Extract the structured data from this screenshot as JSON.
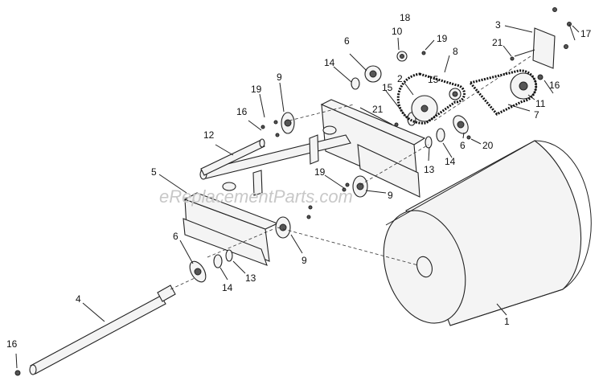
{
  "watermark": "eReplacementParts.com",
  "callouts": [
    {
      "id": "c1",
      "text": "1"
    },
    {
      "id": "c2",
      "text": "2"
    },
    {
      "id": "c3",
      "text": "3"
    },
    {
      "id": "c4",
      "text": "4"
    },
    {
      "id": "c5",
      "text": "5"
    },
    {
      "id": "c6a",
      "text": "6"
    },
    {
      "id": "c6b",
      "text": "6"
    },
    {
      "id": "c6c",
      "text": "6"
    },
    {
      "id": "c7",
      "text": "7"
    },
    {
      "id": "c8",
      "text": "8"
    },
    {
      "id": "c9a",
      "text": "9"
    },
    {
      "id": "c9b",
      "text": "9"
    },
    {
      "id": "c9c",
      "text": "9"
    },
    {
      "id": "c10",
      "text": "10"
    },
    {
      "id": "c11",
      "text": "11"
    },
    {
      "id": "c12",
      "text": "12"
    },
    {
      "id": "c13a",
      "text": "13"
    },
    {
      "id": "c13b",
      "text": "13"
    },
    {
      "id": "c14a",
      "text": "14"
    },
    {
      "id": "c14b",
      "text": "14"
    },
    {
      "id": "c14c",
      "text": "14"
    },
    {
      "id": "c15a",
      "text": "15"
    },
    {
      "id": "c15b",
      "text": "15"
    },
    {
      "id": "c16a",
      "text": "16"
    },
    {
      "id": "c16b",
      "text": "16"
    },
    {
      "id": "c16c",
      "text": "16"
    },
    {
      "id": "c17",
      "text": "17"
    },
    {
      "id": "c18",
      "text": "18"
    },
    {
      "id": "c19a",
      "text": "19"
    },
    {
      "id": "c19b",
      "text": "19"
    },
    {
      "id": "c19c",
      "text": "19"
    },
    {
      "id": "c20",
      "text": "20"
    },
    {
      "id": "c21a",
      "text": "21"
    },
    {
      "id": "c21b",
      "text": "21"
    }
  ]
}
